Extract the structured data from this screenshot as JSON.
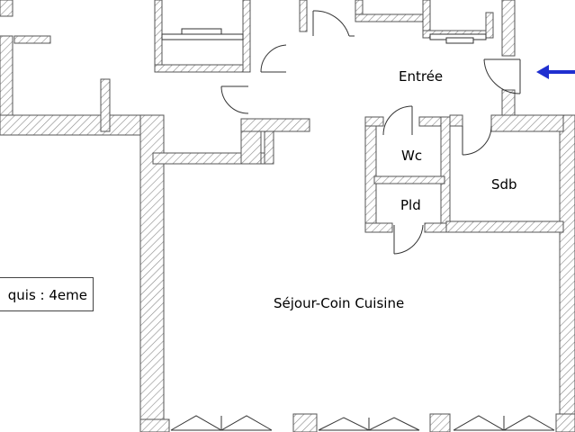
{
  "rooms": {
    "entree": "Entrée",
    "wc": "Wc",
    "sdb": "Sdb",
    "pld": "Pld",
    "sejour": "Séjour-Coin Cuisine"
  },
  "floor_label": "quis : 4eme",
  "colors": {
    "wall_stroke": "#555555",
    "hatch": "#999999",
    "entry_arrow": "#1f2fd0"
  },
  "icons": {
    "entry_arrow": "arrow-left-icon"
  }
}
